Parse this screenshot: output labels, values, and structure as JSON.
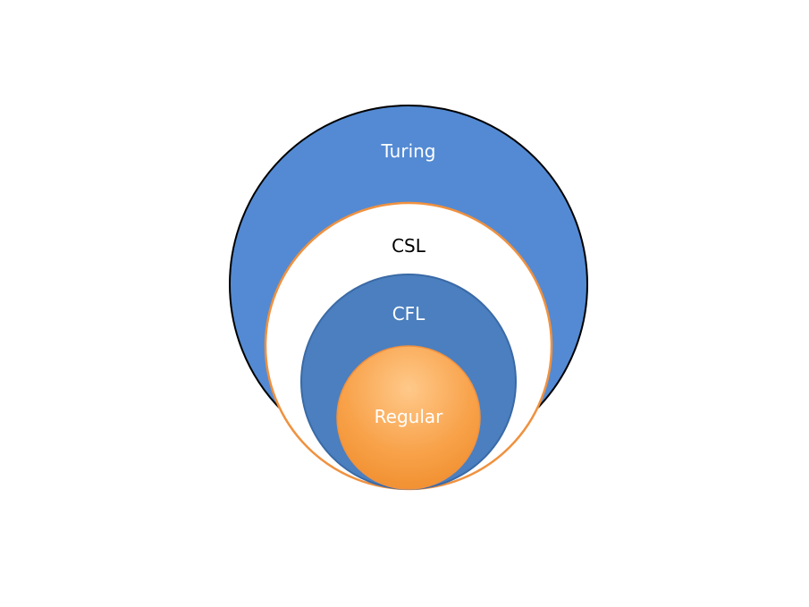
{
  "diagram": {
    "sets": [
      {
        "id": "turing",
        "label": "Turing",
        "fill": "#538ad3",
        "stroke": "#000000",
        "label_color": "#ffffff"
      },
      {
        "id": "csl",
        "label": "CSL",
        "fill": "#ffffff",
        "stroke": "#f0913f",
        "label_color": "#000000"
      },
      {
        "id": "cfl",
        "label": "CFL",
        "fill": "#4b7fbf",
        "stroke": "#3a6aa6",
        "label_color": "#ffffff"
      },
      {
        "id": "regular",
        "label": "Regular",
        "fill": "#f8a24a",
        "stroke": "#f0913f",
        "label_color": "#ffffff"
      }
    ]
  }
}
